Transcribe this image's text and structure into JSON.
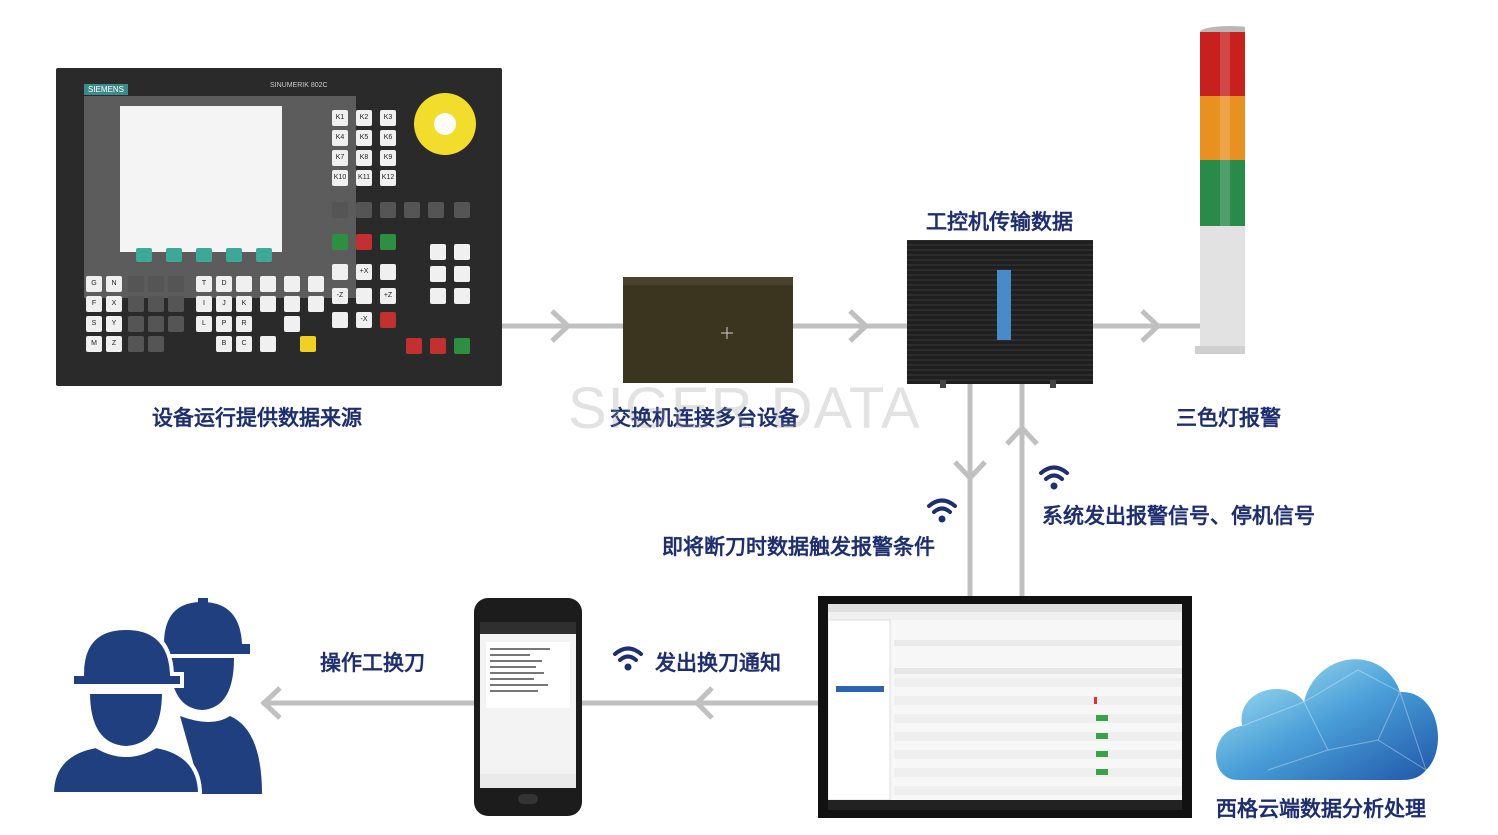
{
  "labels": {
    "cnc_source": "设备运行提供数据来源",
    "ipc_transfer": "工控机传输数据",
    "switch_connect": "交换机连接多台设备",
    "tower_alarm": "三色灯报警",
    "system_alarm": "系统发出报警信号、停机信号",
    "trigger_condition": "即将断刀时数据触发报警条件",
    "send_notice": "发出换刀通知",
    "worker_change": "操作工换刀",
    "cloud_analysis": "西格云端数据分析处理"
  },
  "watermark": "SIGER DATA",
  "cnc": {
    "brand": "SIEMENS",
    "model": "SINUMERIK 802C",
    "keys": [
      "K1",
      "K2",
      "K3",
      "K4",
      "K5",
      "K6",
      "K7",
      "K8",
      "K9",
      "K10",
      "K11",
      "K12"
    ],
    "alpha_keys": [
      "G",
      "N",
      "F",
      "X",
      "S",
      "Y",
      "M",
      "Z",
      "T",
      "D",
      "I",
      "J",
      "K",
      "L",
      "P",
      "R",
      "B",
      "C"
    ]
  },
  "colors": {
    "label": "#1f2f6e",
    "arrow": "#bdbdbd",
    "wifi": "#1f2f6e",
    "worker": "#1f3f7e",
    "tower_red": "#c8201e",
    "tower_amber": "#e89020",
    "tower_green": "#2a8a4a"
  }
}
